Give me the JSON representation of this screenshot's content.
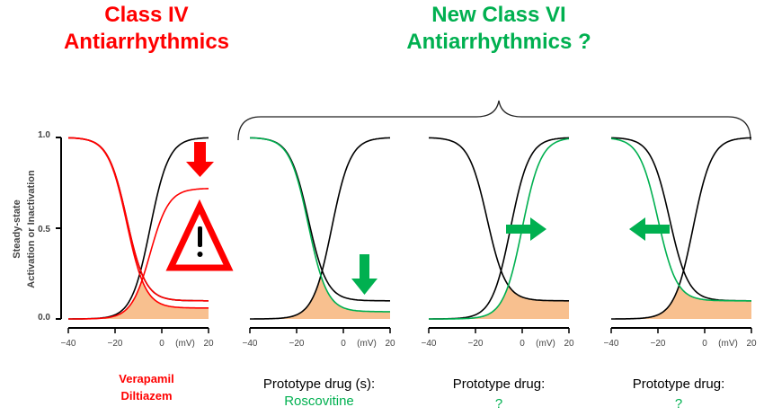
{
  "headings": {
    "class4_line1": "Class IV",
    "class4_line2": "Antiarrhythmics",
    "class6_line1": "New Class VI",
    "class6_line2": "Antiarrhythmics  ?"
  },
  "y_axis": {
    "label_line1": "Steady-state",
    "label_line2": "Activation or Inactivation",
    "ticks": [
      "1.0",
      "0.5",
      "0.0"
    ]
  },
  "x_axis": {
    "ticks": [
      "−40",
      "−20",
      "0",
      "20"
    ],
    "unit": "(mV)",
    "range": [
      -40,
      20
    ]
  },
  "captions": [
    {
      "line1": "Verapamil",
      "line2": "Diltiazem"
    },
    {
      "line1": "Prototype drug (s):",
      "line2": "Roscovitine"
    },
    {
      "line1": "Prototype drug:",
      "line2": "?"
    },
    {
      "line1": "Prototype drug:",
      "line2": "?"
    }
  ],
  "colors": {
    "red": "#ff0000",
    "green": "#00b050",
    "window": "#f8c08f",
    "black": "#000000"
  },
  "chart_data": {
    "type": "line",
    "xlabel": "(mV)",
    "ylabel": "Steady-state Activation or Inactivation",
    "xlim": [
      -40,
      20
    ],
    "ylim": [
      0,
      1
    ],
    "baseline": {
      "activation": {
        "v_half": -5,
        "slope": 4,
        "max": 1.0
      },
      "inactivation": {
        "v_half": -15,
        "slope": 4,
        "floor": 0.1
      }
    },
    "panels": [
      {
        "drug_activation": {
          "v_half": -5,
          "slope": 4,
          "max": 0.72
        },
        "drug_inactivation": {
          "v_half": -15,
          "slope": 4,
          "floor": 0.06
        },
        "drug_color": "#ff0000",
        "arrow": "down"
      },
      {
        "drug_inactivation": {
          "v_half": -15,
          "slope": 4,
          "floor": 0.04
        },
        "drug_color": "#00b050",
        "arrow": "down"
      },
      {
        "drug_activation": {
          "v_half": 0,
          "slope": 4,
          "max": 1.0
        },
        "drug_color": "#00b050",
        "arrow": "right"
      },
      {
        "drug_inactivation": {
          "v_half": -20,
          "slope": 4,
          "floor": 0.1
        },
        "drug_color": "#00b050",
        "arrow": "left"
      }
    ]
  }
}
